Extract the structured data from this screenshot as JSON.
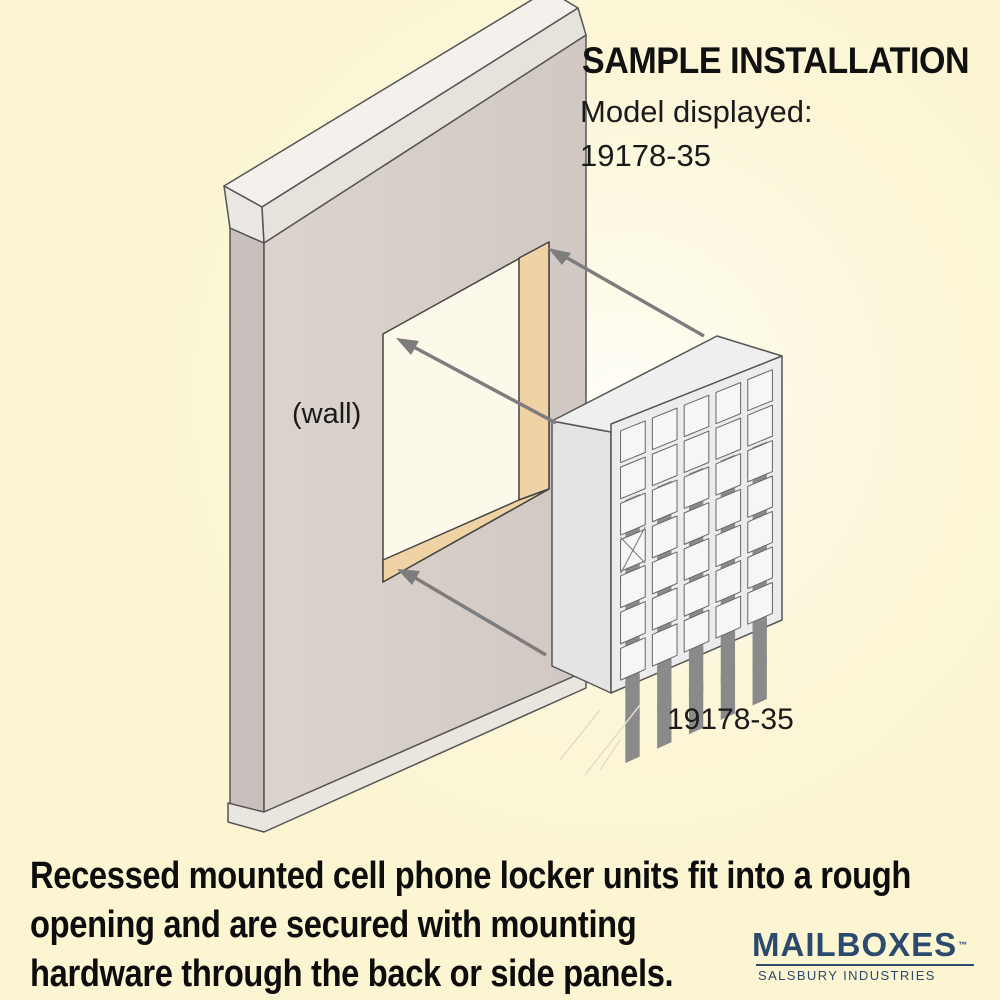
{
  "header": {
    "title": "SAMPLE INSTALLATION",
    "model_label": "Model displayed:",
    "model_value": "19178-35"
  },
  "diagram": {
    "wall_label": "(wall)",
    "unit_label": "19178-35",
    "locker_grid": {
      "columns": 5,
      "rows": 7
    }
  },
  "caption": {
    "lines": [
      "Recessed mounted cell phone locker units fit into a rough",
      "opening and are secured with mounting",
      "hardware through the back or side panels."
    ]
  },
  "brand": {
    "name": "MAILBOXES",
    "trademark": "™",
    "tagline": "SALSBURY INDUSTRIES",
    "color": "#2c4a6e"
  },
  "colors": {
    "background": "#fbf5d2",
    "wall": "#d9d1ca",
    "opening_wood": "#f0d3a4",
    "locker": "#e9e9e9",
    "arrow": "#808080"
  }
}
